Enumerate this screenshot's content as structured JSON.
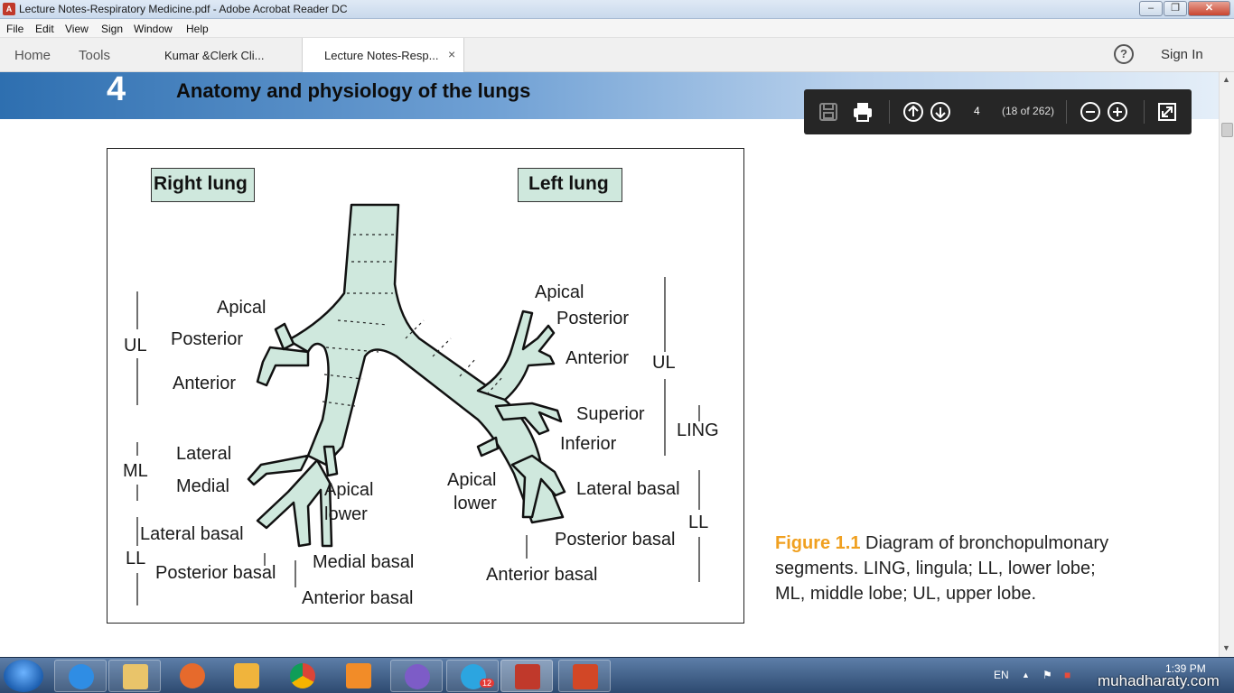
{
  "window": {
    "title": "Lecture Notes-Respiratory Medicine.pdf - Adobe Acrobat Reader DC"
  },
  "menu": [
    "File",
    "Edit",
    "View",
    "Sign",
    "Window",
    "Help"
  ],
  "tabs": {
    "home": "Home",
    "tools": "Tools",
    "doc1": "Kumar  &Clerk  Cli...",
    "doc2": "Lecture Notes-Resp...",
    "close": "×",
    "help": "?",
    "signin": "Sign In"
  },
  "page": {
    "chapter_number": "4",
    "chapter_title": "Anatomy and physiology of the lungs"
  },
  "floating_toolbar": {
    "page_number": "4",
    "page_of": "(18 of 262)"
  },
  "figure": {
    "right_lung_label": "Right lung",
    "left_lung_label": "Left lung",
    "right_labels": {
      "ul": "UL",
      "ml": "ML",
      "ll": "LL",
      "apical": "Apical",
      "posterior": "Posterior",
      "anterior": "Anterior",
      "lateral": "Lateral",
      "medial": "Medial",
      "apical_lower_1": "Apical",
      "apical_lower_2": "lower",
      "lateral_basal": "Lateral basal",
      "posterior_basal": "Posterior basal",
      "medial_basal": "Medial basal",
      "anterior_basal": "Anterior basal"
    },
    "left_labels": {
      "apical": "Apical",
      "posterior": "Posterior",
      "anterior": "Anterior",
      "ul": "UL",
      "superior": "Superior",
      "inferior": "Inferior",
      "ling": "LING",
      "apical_lower_1": "Apical",
      "apical_lower_2": "lower",
      "lateral_basal": "Lateral basal",
      "posterior_basal": "Posterior basal",
      "ll": "LL",
      "anterior_basal": "Anterior basal"
    }
  },
  "caption": {
    "figure_label": "Figure 1.1",
    "text": " Diagram of bronchopulmonary segments. LING, lingula; LL, lower lobe; ML, middle lobe; UL, upper lobe."
  },
  "taskbar": {
    "language": "EN",
    "time": "1:39 PM",
    "telegram_badge": "12"
  },
  "watermark": "muhadharaty.com",
  "colors": {
    "banner": "#2e6fb0",
    "bronchus_fill": "#cfe8dd",
    "caption_accent": "#f0a020"
  }
}
